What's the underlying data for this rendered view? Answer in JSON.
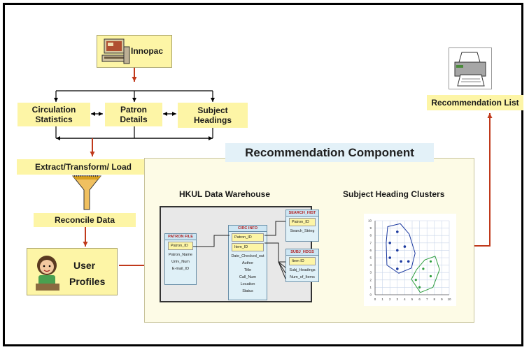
{
  "innopac": {
    "label": "Innopac"
  },
  "sources": {
    "circulation": {
      "line1": "Circulation",
      "line2": "Statistics"
    },
    "patron": {
      "line1": "Patron",
      "line2": "Details"
    },
    "subject": {
      "line1": "Subject",
      "line2": "Headings"
    }
  },
  "etl": {
    "label": "Extract/Transform/ Load"
  },
  "reconcile": {
    "label": "Reconcile Data"
  },
  "profiles": {
    "line1": "User",
    "line2": "Profiles"
  },
  "component": {
    "title": "Recommendation Component"
  },
  "warehouse": {
    "title": "HKUL Data Warehouse",
    "patron_file": {
      "name": "PATRON FILE",
      "key": "Patron_ID",
      "fields": [
        "Patron_Name",
        "Univ_Num",
        "E-mail_ID"
      ]
    },
    "circ_info": {
      "name": "CIRC INFO",
      "keys": [
        "Patron_ID",
        "Item_ID"
      ],
      "fields": [
        "Date_Checked_out",
        "Author",
        "Title",
        "Call_Num",
        "Location",
        "Status"
      ]
    },
    "search_hist": {
      "name": "SEARCH_HIST",
      "key": "Patron_ID",
      "fields": [
        "Search_String"
      ]
    },
    "subj_hdgs": {
      "name": "SUBJ_HDGS",
      "key": "Item ID",
      "fields": [
        "Subj_Headings",
        "Num_of_Items"
      ]
    }
  },
  "clusters": {
    "title": "Subject Heading Clusters",
    "x_ticks": [
      "0",
      "1",
      "2",
      "3",
      "4",
      "5",
      "6",
      "7",
      "8",
      "9",
      "10"
    ],
    "y_ticks": [
      "0",
      "1",
      "2",
      "3",
      "4",
      "5",
      "6",
      "7",
      "8",
      "9",
      "10"
    ],
    "cluster_a": {
      "color": "#1c3aa0",
      "points": [
        [
          3,
          8.5
        ],
        [
          2,
          7
        ],
        [
          3,
          6
        ],
        [
          4,
          6.5
        ],
        [
          2,
          5
        ],
        [
          3.5,
          4.5
        ],
        [
          4.5,
          4.5
        ],
        [
          3,
          3.5
        ]
      ]
    },
    "cluster_b": {
      "color": "#2e9e3e",
      "points": [
        [
          7.5,
          4.5
        ],
        [
          6.5,
          3.5
        ],
        [
          7.5,
          2.5
        ],
        [
          5.5,
          2
        ],
        [
          6,
          1
        ]
      ]
    }
  },
  "output": {
    "label": "Recommendation List"
  }
}
